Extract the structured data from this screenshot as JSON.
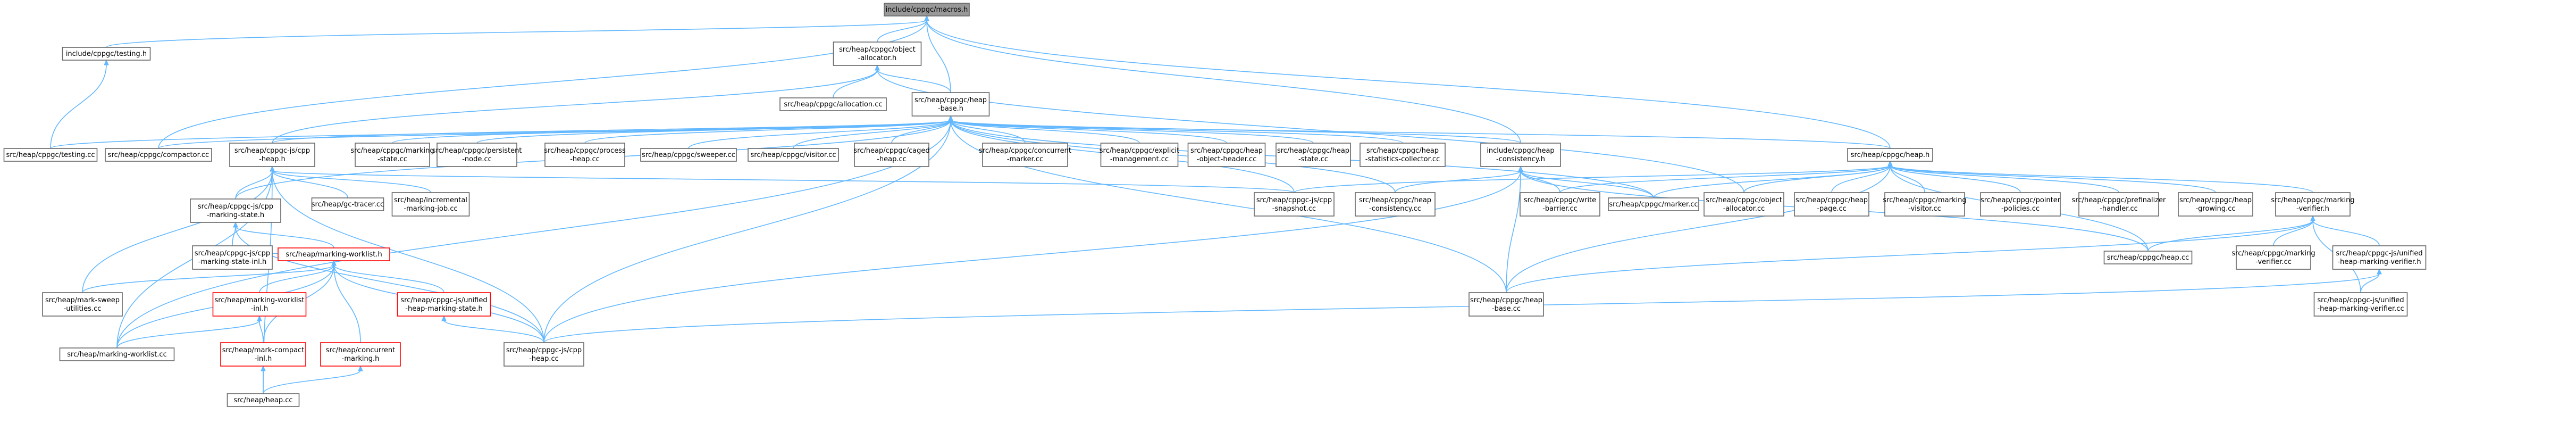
{
  "colors": {
    "edge": "#63b8ff",
    "node_border": "#666666",
    "highlight_border": "#ff0000",
    "root_fill": "#999999",
    "background": "#ffffff"
  },
  "graph": {
    "nodes": [
      {
        "id": "macros",
        "label": [
          "include/cppgc/macros.h"
        ],
        "style": "root"
      },
      {
        "id": "testing_h",
        "label": [
          "include/cppgc/testing.h"
        ]
      },
      {
        "id": "obj_alloc_h",
        "label": [
          "src/heap/cppgc/object",
          "-allocator.h"
        ]
      },
      {
        "id": "allocation_cc",
        "label": [
          "src/heap/cppgc/allocation.cc"
        ]
      },
      {
        "id": "heap_base_h",
        "label": [
          "src/heap/cppgc/heap",
          "-base.h"
        ]
      },
      {
        "id": "testing_cc",
        "label": [
          "src/heap/cppgc/testing.cc"
        ]
      },
      {
        "id": "compactor_cc",
        "label": [
          "src/heap/cppgc/compactor.cc"
        ]
      },
      {
        "id": "cppgc_heap_h",
        "label": [
          "src/heap/cppgc-js/cpp",
          "-heap.h"
        ]
      },
      {
        "id": "marking_state_cc",
        "label": [
          "src/heap/cppgc/marking",
          "-state.cc"
        ]
      },
      {
        "id": "persistent_node_cc",
        "label": [
          "src/heap/cppgc/persistent",
          "-node.cc"
        ]
      },
      {
        "id": "process_heap_cc",
        "label": [
          "src/heap/cppgc/process",
          "-heap.cc"
        ]
      },
      {
        "id": "sweeper_cc",
        "label": [
          "src/heap/cppgc/sweeper.cc"
        ]
      },
      {
        "id": "visitor_cc",
        "label": [
          "src/heap/cppgc/visitor.cc"
        ]
      },
      {
        "id": "caged_heap_cc",
        "label": [
          "src/heap/cppgc/caged",
          "-heap.cc"
        ]
      },
      {
        "id": "concurrent_marker_cc",
        "label": [
          "src/heap/cppgc/concurrent",
          "-marker.cc"
        ]
      },
      {
        "id": "explicit_mgmt_cc",
        "label": [
          "src/heap/cppgc/explicit",
          "-management.cc"
        ]
      },
      {
        "id": "obj_header_cc",
        "label": [
          "src/heap/cppgc/heap",
          "-object-header.cc"
        ]
      },
      {
        "id": "heap_state_cc",
        "label": [
          "src/heap/cppgc/heap",
          "-state.cc"
        ]
      },
      {
        "id": "heap_stats_cc",
        "label": [
          "src/heap/cppgc/heap",
          "-statistics-collector.cc"
        ]
      },
      {
        "id": "heap_consistency_h",
        "label": [
          "include/cppgc/heap",
          "-consistency.h"
        ]
      },
      {
        "id": "heap_h",
        "label": [
          "src/heap/cppgc/heap.h"
        ]
      },
      {
        "id": "marking_state_h",
        "label": [
          "src/heap/cppgc-js/cpp",
          "-marking-state.h"
        ]
      },
      {
        "id": "tracer_cc",
        "label": [
          "src/heap/gc-tracer.cc"
        ]
      },
      {
        "id": "incremental_marking_job_cc",
        "label": [
          "src/heap/incremental",
          "-marking-job.cc"
        ]
      },
      {
        "id": "cpp_snapshot_cc",
        "label": [
          "src/heap/cppgc-js/cpp",
          "-snapshot.cc"
        ]
      },
      {
        "id": "heap_consistency_cc",
        "label": [
          "src/heap/cppgc/heap",
          "-consistency.cc"
        ]
      },
      {
        "id": "write_barrier_cc",
        "label": [
          "src/heap/cppgc/write",
          "-barrier.cc"
        ]
      },
      {
        "id": "marker_cc",
        "label": [
          "src/heap/cppgc/marker.cc"
        ]
      },
      {
        "id": "obj_allocator_cc",
        "label": [
          "src/heap/cppgc/object",
          "-allocator.cc"
        ]
      },
      {
        "id": "heap_page_cc",
        "label": [
          "src/heap/cppgc/heap",
          "-page.cc"
        ]
      },
      {
        "id": "marking_visitor_cc",
        "label": [
          "src/heap/cppgc/marking",
          "-visitor.cc"
        ]
      },
      {
        "id": "pointer_policies_cc",
        "label": [
          "src/heap/cppgc/pointer",
          "-policies.cc"
        ]
      },
      {
        "id": "prefinalizer_cc",
        "label": [
          "src/heap/cppgc/prefinalizer",
          "-handler.cc"
        ]
      },
      {
        "id": "heap_growing_cc",
        "label": [
          "src/heap/cppgc/heap",
          "-growing.cc"
        ]
      },
      {
        "id": "marking_verifier_h",
        "label": [
          "src/heap/cppgc/marking",
          "-verifier.h"
        ]
      },
      {
        "id": "marking_state_inl_h",
        "label": [
          "src/heap/cppgc-js/cpp",
          "-marking-state-inl.h"
        ]
      },
      {
        "id": "marking_worklist_h",
        "label": [
          "src/heap/marking-worklist.h"
        ],
        "style": "red"
      },
      {
        "id": "heap_base_cc",
        "label": [
          "src/heap/cppgc/heap",
          "-base.cc"
        ]
      },
      {
        "id": "heap_cc_cppgc",
        "label": [
          "src/heap/cppgc/heap.cc"
        ]
      },
      {
        "id": "marking_verifier_cc",
        "label": [
          "src/heap/cppgc/marking",
          "-verifier.cc"
        ]
      },
      {
        "id": "unified_verifier_h",
        "label": [
          "src/heap/cppgc-js/unified",
          "-heap-marking-verifier.h"
        ]
      },
      {
        "id": "mark_sweep_utils_cc",
        "label": [
          "src/heap/mark-sweep",
          "-utilities.cc"
        ]
      },
      {
        "id": "marking_worklist_inl_h",
        "label": [
          "src/heap/marking-worklist",
          "-inl.h"
        ],
        "style": "red"
      },
      {
        "id": "unified_state_h",
        "label": [
          "src/heap/cppgc-js/unified",
          "-heap-marking-state.h"
        ],
        "style": "red"
      },
      {
        "id": "unified_verifier_cc",
        "label": [
          "src/heap/cppgc-js/unified",
          "-heap-marking-verifier.cc"
        ]
      },
      {
        "id": "marking_worklist_cc",
        "label": [
          "src/heap/marking-worklist.cc"
        ]
      },
      {
        "id": "mark_compact_inl_h",
        "label": [
          "src/heap/mark-compact",
          "-inl.h"
        ],
        "style": "red"
      },
      {
        "id": "concurrent_marking_h",
        "label": [
          "src/heap/concurrent",
          "-marking.h"
        ],
        "style": "red"
      },
      {
        "id": "cpp_heap_cc",
        "label": [
          "src/heap/cppgc-js/cpp",
          "-heap.cc"
        ]
      },
      {
        "id": "heap_cc",
        "label": [
          "src/heap/heap.cc"
        ]
      }
    ]
  }
}
